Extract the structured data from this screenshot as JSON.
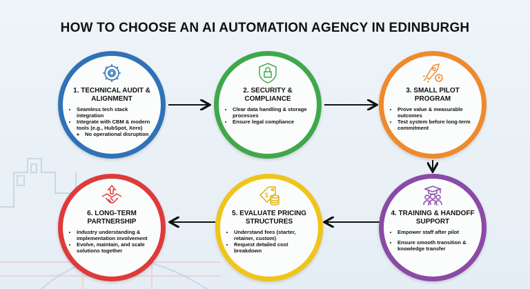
{
  "title": "HOW TO CHOOSE AN AI AUTOMATION AGENCY IN EDINBURGH",
  "colors": {
    "blue": "#2f72b8",
    "green": "#3fa84a",
    "orange": "#ef8a2c",
    "purple": "#8a4aa6",
    "yellow": "#f0c419",
    "red": "#df3a3a"
  },
  "steps": [
    {
      "title": "1. TECHNICAL AUDIT & ALIGNMENT",
      "icon": "gear-icon",
      "bullets": [
        "Seamless tech stack integration",
        "Integrate with CBM & modern tools (e.g., HubSpot, Xero)"
      ],
      "sub_bullets": [
        "No operational disruption"
      ]
    },
    {
      "title": "2. SECURITY & COMPLIANCE",
      "icon": "shield-lock-icon",
      "bullets": [
        "Clear data handling & storage processes",
        "Ensure legal compliance"
      ]
    },
    {
      "title": "3. SMALL PILOT PROGRAM",
      "icon": "rocket-stopwatch-icon",
      "bullets": [
        "Prove value & measurable outcomes",
        "Test system before long-term commitment"
      ]
    },
    {
      "title": "4. TRAINING & HANDOFF SUPPORT",
      "icon": "graduation-team-icon",
      "bullets": [
        "Empower staff after pilot",
        "Ensure smooth transition & knowledge transfer"
      ]
    },
    {
      "title": "5. EVALUATE PRICING STRUCTURES",
      "icon": "price-tag-coins-icon",
      "bullets": [
        "Understand fees (starter, retainer, custom)",
        "Request detailed cost breakdown"
      ]
    },
    {
      "title": "6. LONG-TERM PARTNERSHIP",
      "icon": "handshake-growth-icon",
      "bullets": [
        "Industry understanding & implementation involvement",
        "Evolve, maintain, and scale solutions together"
      ]
    }
  ]
}
